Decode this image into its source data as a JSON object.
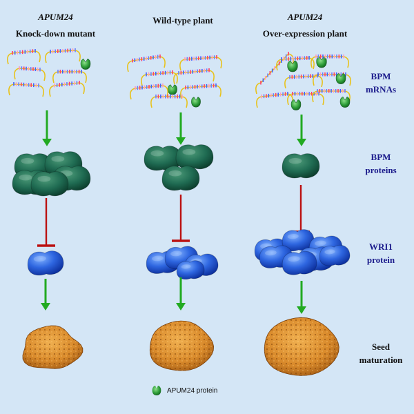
{
  "columns": [
    {
      "id": "knockdown",
      "gene": "APUM24",
      "title": "Knock-down mutant"
    },
    {
      "id": "wildtype",
      "gene": "",
      "title": "Wild-type plant"
    },
    {
      "id": "overexpression",
      "gene": "APUM24",
      "title": "Over-expression plant"
    }
  ],
  "row_labels": {
    "bpm_mrnas": [
      "BPM",
      "mRNAs"
    ],
    "bpm_proteins": [
      "BPM",
      "proteins"
    ],
    "wri1_protein": [
      "WRI1",
      "protein"
    ],
    "seed_maturation": [
      "Seed",
      "maturation"
    ]
  },
  "legend": {
    "label": "APUM24 protein",
    "icon": "apum24-protein-icon"
  },
  "colors": {
    "background": "#d4e6f6",
    "bpm_protein": "#1f6b52",
    "wri1_protein": "#2e66e0",
    "seed": "#d98a2b",
    "activation_arrow": "#22aa22",
    "inhibition": "#bb1111",
    "apum24_protein": "#2e9e3a",
    "mrna_backbone": "#e8c21a"
  }
}
